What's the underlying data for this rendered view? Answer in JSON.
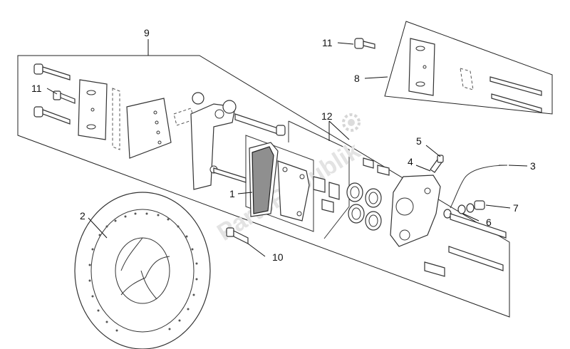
{
  "watermark": "PartsRepublik",
  "callouts": {
    "c1": "1",
    "c2": "2",
    "c3": "3",
    "c4": "4",
    "c5": "5",
    "c6": "6",
    "c7": "7",
    "c8": "8",
    "c9": "9",
    "c10": "10",
    "c11a": "11",
    "c11b": "11",
    "c12": "12"
  },
  "icons": {
    "watermark_gear": "gear-icon"
  }
}
